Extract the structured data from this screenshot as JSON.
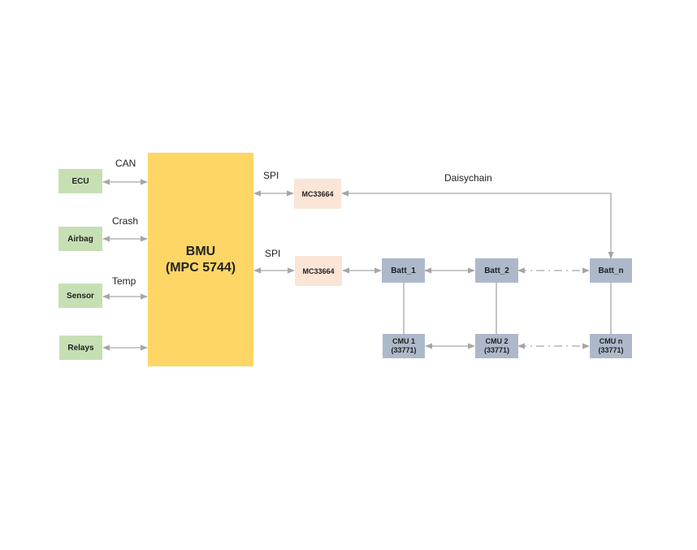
{
  "labels": {
    "can": "CAN",
    "crash": "Crash",
    "temp": "Temp",
    "spi_top": "SPI",
    "spi_bottom": "SPI",
    "daisychain": "Daisychain"
  },
  "nodes": {
    "ecu": "ECU",
    "airbag": "Airbag",
    "sensor": "Sensor",
    "relays": "Relays",
    "bmu_line1": "BMU",
    "bmu_line2": "(MPC 5744)",
    "mc_top": "MC33664",
    "mc_bottom": "MC33664",
    "batt_1": "Batt_1",
    "batt_2": "Batt_2",
    "batt_n": "Batt_n",
    "cmu_1_line1": "CMU 1",
    "cmu_1_line2": "(33771)",
    "cmu_2_line1": "CMU 2",
    "cmu_2_line2": "(33771)",
    "cmu_n_line1": "CMU n",
    "cmu_n_line2": "(33771)"
  },
  "colors": {
    "input_nodes": "#c6e0b4",
    "bmu": "#fdd666",
    "transceiver": "#fbe5d6",
    "battery_nodes": "#adb9ca",
    "connector": "#a6a6a6"
  }
}
